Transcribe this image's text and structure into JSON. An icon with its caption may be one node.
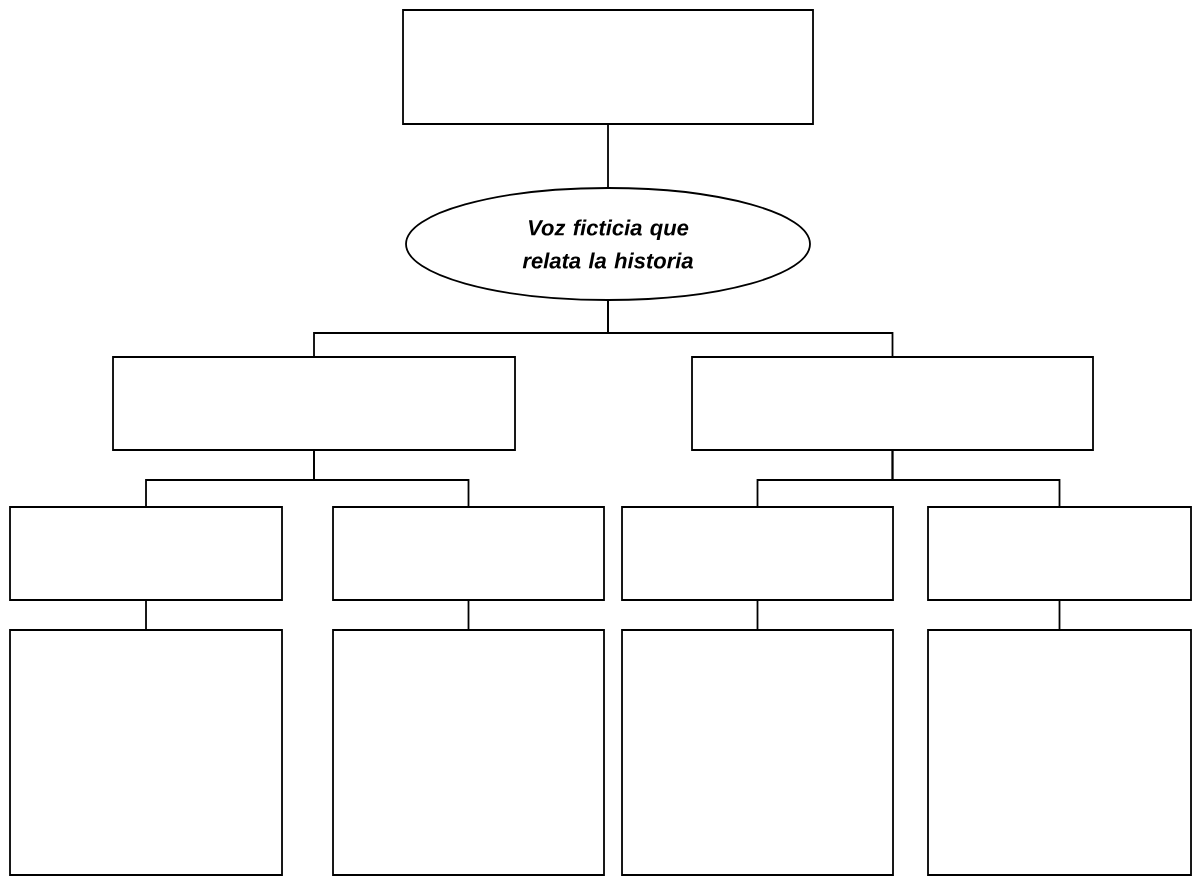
{
  "diagram": {
    "nodes": [
      {
        "text": [],
        "shape": "box"
      },
      {
        "text": [
          "*Voz ficticia que relata la historia*"
        ]
      },
      {
        "text": [],
        "shape": "box"
      },
      {
        "text": [],
        "shape": "box"
      },
      {
        "text": [],
        "shape": "box"
      },
      {
        "text": [],
        "shape": "box"
      },
      {
        "text": [],
        "shape": "box"
      },
      {
        "text": [],
        "shape": "box"
      },
      {
        "text": [],
        "shape": "box"
      },
      {
        "text": [],
        "shape": "box"
      },
      {
        "text": [],
        "shape": "box"
      },
      {
        "text": [],
        "shape": "box"
      }
    ],
    "edges": [
      {
        "from": 0,
        "to": 1,
        "arrow": "none"
      },
      {
        "from": 1,
        "to": 2,
        "arrow": "none"
      },
      {
        "from": 1,
        "to": 3,
        "arrow": "none"
      },
      {
        "from": 2,
        "to": 4,
        "arrow": "none"
      },
      {
        "from": 2,
        "to": 5,
        "arrow": "none"
      },
      {
        "from": 3,
        "to": 6,
        "arrow": "none"
      },
      {
        "from": 3,
        "to": 7,
        "arrow": "none"
      },
      {
        "from": 4,
        "to": 8,
        "arrow": "none"
      },
      {
        "from": 5,
        "to": 9,
        "arrow": "none"
      },
      {
        "from": 6,
        "to": 10,
        "arrow": "none"
      },
      {
        "from": 7,
        "to": 11,
        "arrow": "none"
      }
    ]
  }
}
